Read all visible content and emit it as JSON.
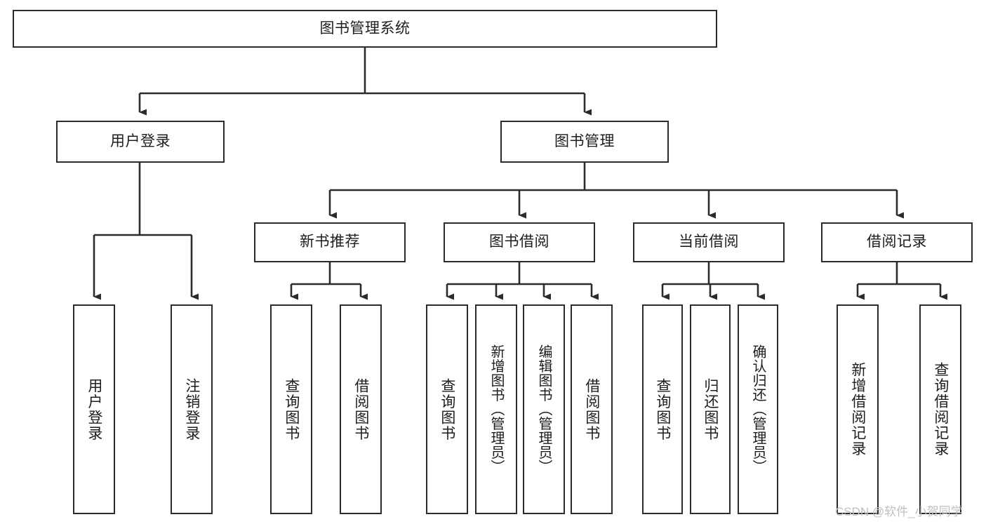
{
  "diagram": {
    "title": "图书管理系统",
    "type": "tree-hierarchy",
    "root": {
      "id": "root",
      "label": "图书管理系统"
    },
    "level1": [
      {
        "id": "user-login",
        "label": "用户登录"
      },
      {
        "id": "book-manage",
        "label": "图书管理"
      }
    ],
    "level2": [
      {
        "id": "new-book-recommend",
        "label": "新书推荐",
        "parent": "book-manage"
      },
      {
        "id": "book-borrow",
        "label": "图书借阅",
        "parent": "book-manage"
      },
      {
        "id": "current-borrow",
        "label": "当前借阅",
        "parent": "book-manage"
      },
      {
        "id": "borrow-record",
        "label": "借阅记录",
        "parent": "book-manage"
      }
    ],
    "leaves": [
      {
        "id": "leaf-user-login",
        "label": "用户登录",
        "parent": "user-login"
      },
      {
        "id": "leaf-logout",
        "label": "注销登录",
        "parent": "user-login"
      },
      {
        "id": "leaf-query-book-1",
        "label": "查询图书",
        "parent": "new-book-recommend"
      },
      {
        "id": "leaf-borrow-book-1",
        "label": "借阅图书",
        "parent": "new-book-recommend"
      },
      {
        "id": "leaf-query-book-2",
        "label": "查询图书",
        "parent": "book-borrow"
      },
      {
        "id": "leaf-add-book",
        "label": "新增图书（管理员）",
        "parent": "book-borrow"
      },
      {
        "id": "leaf-edit-book",
        "label": "编辑图书（管理员）",
        "parent": "book-borrow"
      },
      {
        "id": "leaf-borrow-book-2",
        "label": "借阅图书",
        "parent": "book-borrow"
      },
      {
        "id": "leaf-query-book-3",
        "label": "查询图书",
        "parent": "current-borrow"
      },
      {
        "id": "leaf-return-book",
        "label": "归还图书",
        "parent": "current-borrow"
      },
      {
        "id": "leaf-confirm-return",
        "label": "确认归还（管理员）",
        "parent": "current-borrow"
      },
      {
        "id": "leaf-add-record",
        "label": "新增借阅记录",
        "parent": "borrow-record"
      },
      {
        "id": "leaf-query-record",
        "label": "查询借阅记录",
        "parent": "borrow-record"
      }
    ],
    "colors": {
      "stroke": "#2b2b2b",
      "fill": "#ffffff",
      "text": "#1d1d1d",
      "watermark": "#bfbfbf"
    }
  },
  "watermark": {
    "text": "CSDN @软件_小贺同学"
  }
}
